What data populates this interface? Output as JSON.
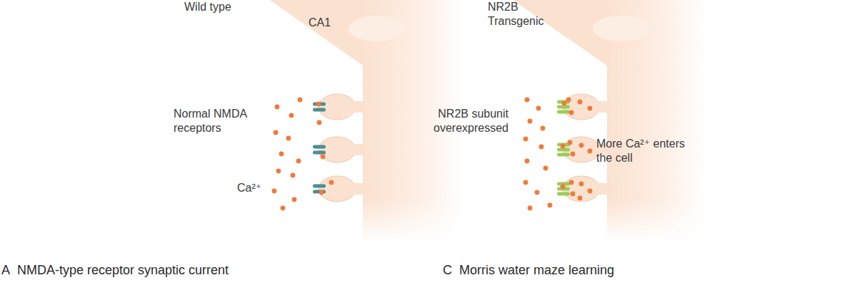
{
  "diagram": {
    "labels": [
      "Wild type",
      "CA1",
      "Normal NMDA receptors",
      "Ca²⁺",
      "NR2B Transgenic",
      "NR2B subunit overexpressed",
      "More Ca²⁺ enters the cell",
      "A",
      "NMDA-type receptor synaptic current",
      "C",
      "Morris water maze learning"
    ]
  }
}
